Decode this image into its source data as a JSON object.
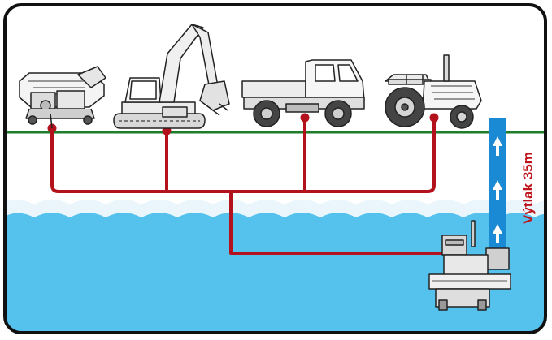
{
  "diagram": {
    "head_label": "Výtlak 35m",
    "colors": {
      "frame": "#111111",
      "ground_line": "#1e7d2a",
      "hose": "#b3121c",
      "water": "#55c2ee",
      "water_light": "#8fd6f4",
      "pipe": "#1a8ad4",
      "arrow": "#ffffff",
      "sky": "#e4f2f8",
      "machine_fill": "#f4f4f4",
      "machine_stroke": "#222222"
    },
    "machines": [
      {
        "name": "power-unit",
        "icon": "hydraulic-power-pack-icon"
      },
      {
        "name": "excavator",
        "icon": "excavator-icon"
      },
      {
        "name": "truck",
        "icon": "truck-icon"
      },
      {
        "name": "tractor",
        "icon": "tractor-icon"
      }
    ],
    "pump": {
      "icon": "submersible-pump-icon"
    }
  }
}
